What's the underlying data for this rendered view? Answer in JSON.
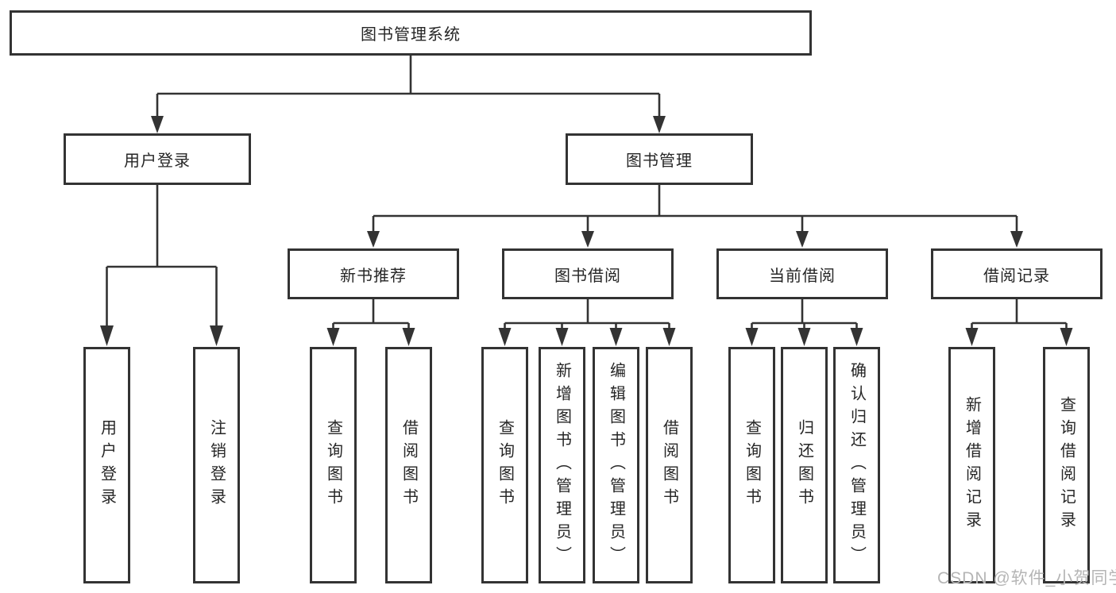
{
  "diagram_type": "tree",
  "colors": {
    "line": "#333333",
    "text": "#262626",
    "watermark": "#b5b5b5",
    "background": "#ffffff"
  },
  "tree": {
    "root": {
      "label": "图书管理系统",
      "children": [
        {
          "label": "用户登录",
          "children": [
            {
              "label": "用户登录"
            },
            {
              "label": "注销登录"
            }
          ]
        },
        {
          "label": "图书管理",
          "children": [
            {
              "label": "新书推荐",
              "children": [
                {
                  "label": "查询图书"
                },
                {
                  "label": "借阅图书"
                }
              ]
            },
            {
              "label": "图书借阅",
              "children": [
                {
                  "label": "查询图书"
                },
                {
                  "label": "新增图书（管理员）"
                },
                {
                  "label": "编辑图书（管理员）"
                },
                {
                  "label": "借阅图书"
                }
              ]
            },
            {
              "label": "当前借阅",
              "children": [
                {
                  "label": "查询图书"
                },
                {
                  "label": "归还图书"
                },
                {
                  "label": "确认归还（管理员）"
                }
              ]
            },
            {
              "label": "借阅记录",
              "children": [
                {
                  "label": "新增借阅记录"
                },
                {
                  "label": "查询借阅记录"
                }
              ]
            }
          ]
        }
      ]
    }
  },
  "watermark": {
    "text": "CSDN @软件_小贺同学"
  }
}
